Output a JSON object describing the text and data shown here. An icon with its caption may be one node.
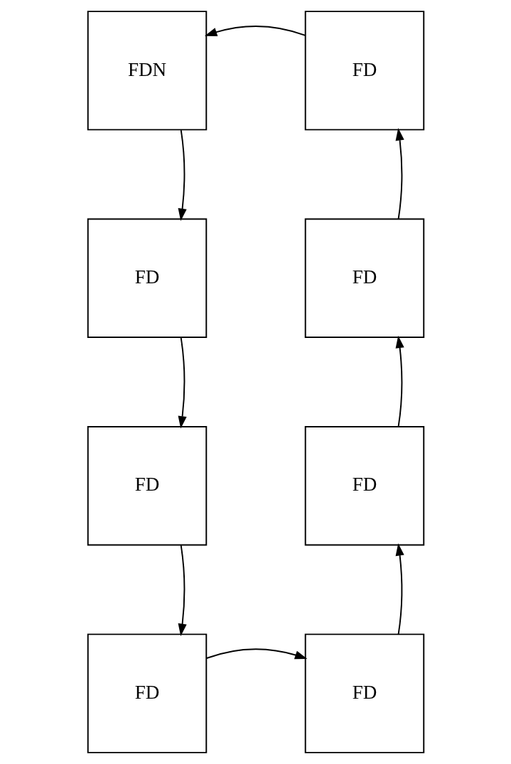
{
  "diagram": {
    "nodes": [
      {
        "text": [
          "FDN"
        ]
      },
      {
        "text": [
          "FD"
        ]
      },
      {
        "text": [
          "FD"
        ]
      },
      {
        "text": [
          "FD"
        ]
      },
      {
        "text": [
          "FD"
        ]
      },
      {
        "text": [
          "FD"
        ]
      },
      {
        "text": [
          "FD"
        ]
      },
      {
        "text": [
          "FD"
        ]
      }
    ],
    "edges": [
      {
        "from": 1,
        "to": 0,
        "arrow": "to"
      },
      {
        "from": 0,
        "to": 2,
        "arrow": "to"
      },
      {
        "from": 2,
        "to": 4,
        "arrow": "to"
      },
      {
        "from": 4,
        "to": 6,
        "arrow": "to"
      },
      {
        "from": 6,
        "to": 7,
        "arrow": "to"
      },
      {
        "from": 7,
        "to": 5,
        "arrow": "to"
      },
      {
        "from": 5,
        "to": 3,
        "arrow": "to"
      },
      {
        "from": 3,
        "to": 1,
        "arrow": "to"
      }
    ]
  }
}
